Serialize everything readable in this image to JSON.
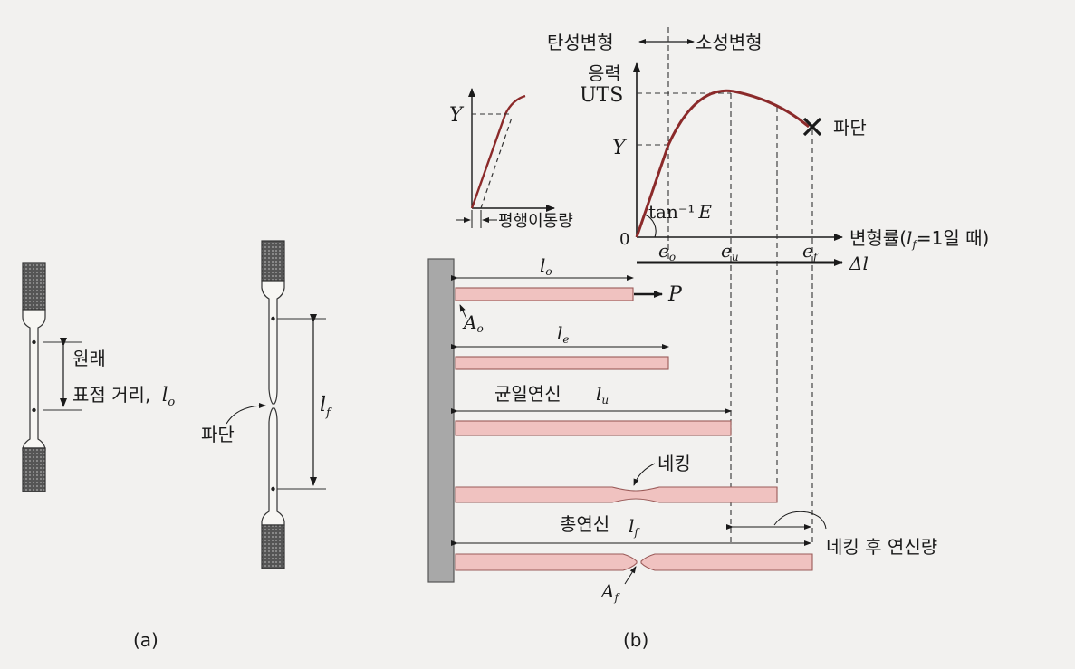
{
  "panel_a": {
    "caption": "(a)",
    "gauge_label_line1": "원래",
    "gauge_label_line2": "표점 거리,",
    "gauge_symbol": "l",
    "gauge_symbol_sub": "o",
    "final_length_symbol": "l",
    "final_length_sub": "f",
    "fracture_label": "파단"
  },
  "panel_b": {
    "caption": "(b)",
    "elastic_label": "탄성변형",
    "plastic_label": "소성변형",
    "stress_label": "응력",
    "uts_label": "UTS",
    "yield_label": "Y",
    "fracture_label": "파단",
    "slope_label": "tan⁻¹",
    "slope_symbol": "E",
    "origin_label": "0",
    "strain_axis_label": "변형률(",
    "strain_axis_sym": "l",
    "strain_axis_sub": "f",
    "strain_axis_tail": "=1일 때)",
    "tick_eo": "e",
    "tick_eo_sub": "o",
    "tick_eu": "e",
    "tick_eu_sub": "u",
    "tick_ef": "e",
    "tick_ef_sub": "f",
    "delta_label": "Δl",
    "inset_yield_label": "Y",
    "offset_label": "평행이동량",
    "load_label": "P",
    "area_o": "A",
    "area_o_sub": "o",
    "area_f": "A",
    "area_f_sub": "f",
    "len_o": "l",
    "len_o_sub": "o",
    "len_e": "l",
    "len_e_sub": "e",
    "uniform_label": "균일연신",
    "len_u": "l",
    "len_u_sub": "u",
    "necking_label": "네킹",
    "total_label": "총연신",
    "len_f": "l",
    "len_f_sub": "f",
    "post_neck_label": "네킹 후 연신량"
  },
  "colors": {
    "curve": "#8b2a2a",
    "bar_fill": "#f0c2c0",
    "bar_stroke": "#9a5a58",
    "wall": "#a8a8a8"
  }
}
